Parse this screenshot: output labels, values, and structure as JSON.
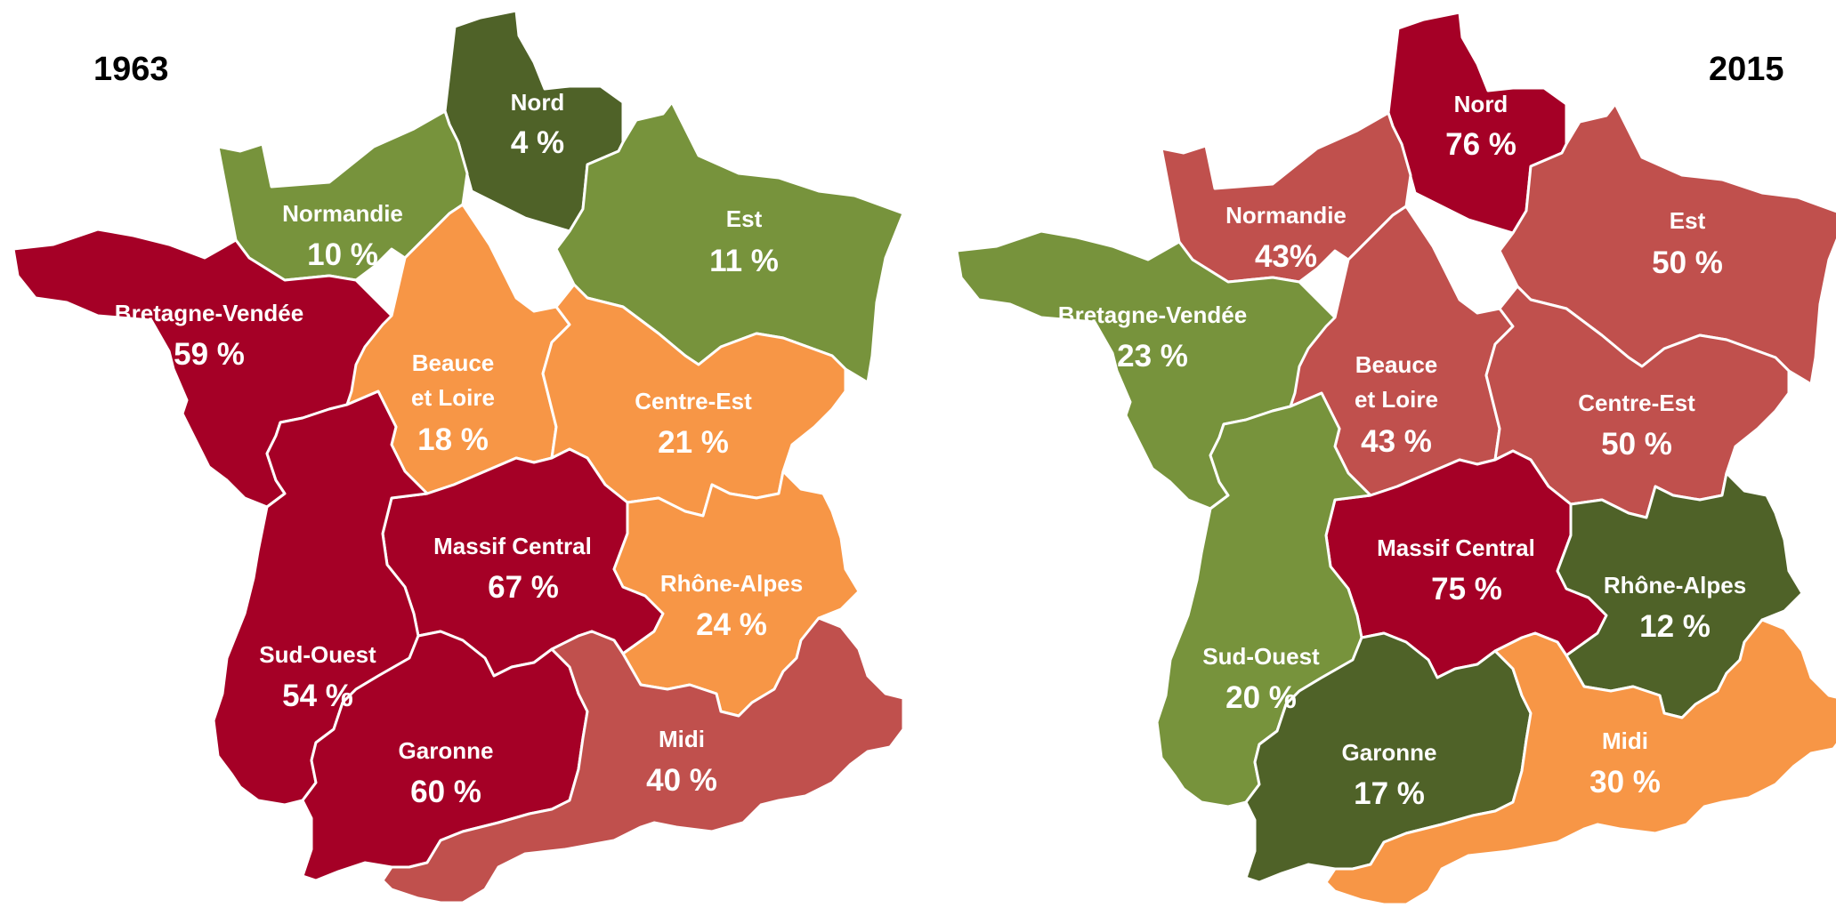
{
  "colors": {
    "dark_red": "#a50026",
    "red": "#c0504d",
    "orange": "#f79646",
    "green": "#77933c",
    "dark_green": "#4f6228"
  },
  "maps": [
    {
      "year": "1963",
      "regions": {
        "nord": {
          "name": "Nord",
          "value": "4 %",
          "color": "#4f6228"
        },
        "normandie": {
          "name": "Normandie",
          "value": "10 %",
          "color": "#77933c"
        },
        "est": {
          "name": "Est",
          "value": "11 %",
          "color": "#77933c"
        },
        "bretagne": {
          "name": "Bretagne-Vendée",
          "value": "59 %",
          "color": "#a50026"
        },
        "beauce": {
          "name": "Beauce",
          "name2": "et Loire",
          "value": "18 %",
          "color": "#f79646"
        },
        "centre_est": {
          "name": "Centre-Est",
          "value": "21 %",
          "color": "#f79646"
        },
        "massif": {
          "name": "Massif Central",
          "value": "67 %",
          "color": "#a50026"
        },
        "rhone": {
          "name": "Rhône-Alpes",
          "value": "24 %",
          "color": "#f79646"
        },
        "sud_ouest": {
          "name": "Sud-Ouest",
          "value": "54 %",
          "color": "#a50026"
        },
        "garonne": {
          "name": "Garonne",
          "value": "60 %",
          "color": "#a50026"
        },
        "midi": {
          "name": "Midi",
          "value": "40 %",
          "color": "#c0504d"
        }
      }
    },
    {
      "year": "2015",
      "regions": {
        "nord": {
          "name": "Nord",
          "value": "76 %",
          "color": "#a50026"
        },
        "normandie": {
          "name": "Normandie",
          "value": "43%",
          "color": "#c0504d"
        },
        "est": {
          "name": "Est",
          "value": "50 %",
          "color": "#c0504d"
        },
        "bretagne": {
          "name": "Bretagne-Vendée",
          "value": "23 %",
          "color": "#77933c"
        },
        "beauce": {
          "name": "Beauce",
          "name2": "et Loire",
          "value": "43 %",
          "color": "#c0504d"
        },
        "centre_est": {
          "name": "Centre-Est",
          "value": "50 %",
          "color": "#c0504d"
        },
        "massif": {
          "name": "Massif Central",
          "value": "75 %",
          "color": "#a50026"
        },
        "rhone": {
          "name": "Rhône-Alpes",
          "value": "12 %",
          "color": "#4f6228"
        },
        "sud_ouest": {
          "name": "Sud-Ouest",
          "value": "20 %",
          "color": "#77933c"
        },
        "garonne": {
          "name": "Garonne",
          "value": "17 %",
          "color": "#4f6228"
        },
        "midi": {
          "name": "Midi",
          "value": "30 %",
          "color": "#f79646"
        }
      }
    }
  ]
}
